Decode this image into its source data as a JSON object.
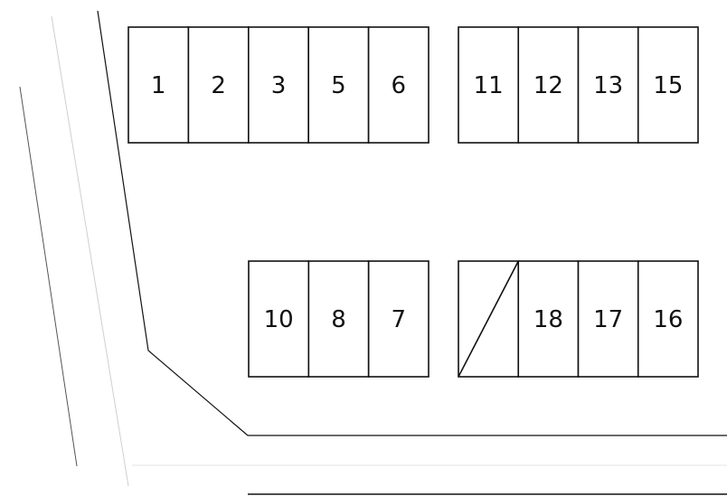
{
  "parking_lot": {
    "rows": [
      {
        "name": "top-left-block",
        "slots": [
          {
            "label": "1"
          },
          {
            "label": "2"
          },
          {
            "label": "3"
          },
          {
            "label": "5"
          },
          {
            "label": "6"
          }
        ]
      },
      {
        "name": "top-right-block",
        "slots": [
          {
            "label": "11"
          },
          {
            "label": "12"
          },
          {
            "label": "13"
          },
          {
            "label": "15"
          }
        ]
      },
      {
        "name": "bottom-left-block",
        "slots": [
          {
            "label": "10"
          },
          {
            "label": "8"
          },
          {
            "label": "7"
          }
        ]
      },
      {
        "name": "bottom-right-block",
        "slots": [
          {
            "label": ""
          },
          {
            "label": "18"
          },
          {
            "label": "17"
          },
          {
            "label": "16"
          }
        ]
      }
    ]
  },
  "colors": {
    "stroke": "#111111",
    "road_line_light": "#e0e0e0",
    "road_line_medium": "#777777"
  }
}
